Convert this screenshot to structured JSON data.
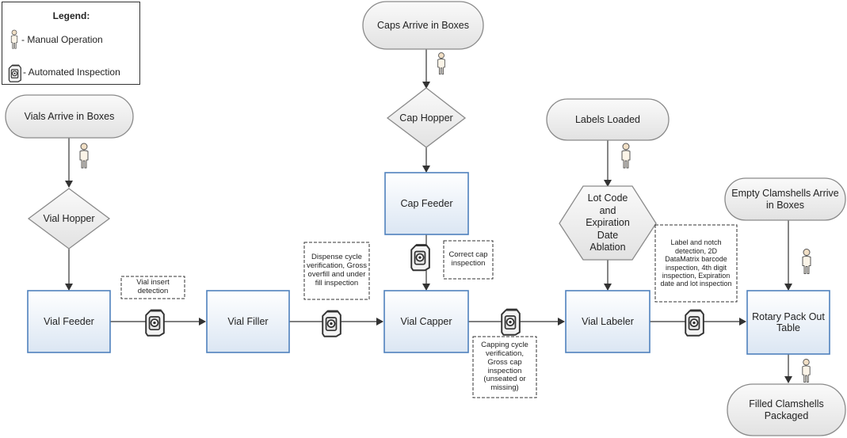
{
  "legend": {
    "title": "Legend:",
    "manual_label": "- Manual Operation",
    "auto_label": "- Automated Inspection"
  },
  "nodes": {
    "caps_arrive": "Caps Arrive in Boxes",
    "vials_arrive": "Vials Arrive in Boxes",
    "cap_hopper": "Cap Hopper",
    "labels_loaded": "Labels Loaded",
    "cap_feeder": "Cap Feeder",
    "lot_code": "Lot Code and Expiration Date Ablation",
    "empty_clamshells": "Empty Clamshells Arrive in Boxes",
    "vial_hopper": "Vial Hopper",
    "vial_feeder": "Vial Feeder",
    "vial_filler": "Vial Filler",
    "vial_capper": "Vial Capper",
    "vial_labeler": "Vial Labeler",
    "rotary_pack": "Rotary Pack Out Table",
    "filled_clamshells": "Filled Clamshells Packaged"
  },
  "notes": {
    "vial_insert": "Vial insert detection",
    "dispense": "Dispense cycle verification, Gross overfill and under fill inspection",
    "correct_cap": "Correct cap inspection",
    "capping": "Capping cycle verification, Gross cap inspection (unseated or missing)",
    "label_notch": "Label and notch detection, 2D DataMatrix barcode inspection, 4th digit inspection, Expiration date and lot inspection"
  },
  "icons": [
    "person-icon",
    "camera-icon"
  ],
  "colors": {
    "box_border": "#4f81bd",
    "box_fill": "#dbe6f3",
    "shape_fill": "#ececec",
    "shape_stroke": "#8a8a8a"
  }
}
